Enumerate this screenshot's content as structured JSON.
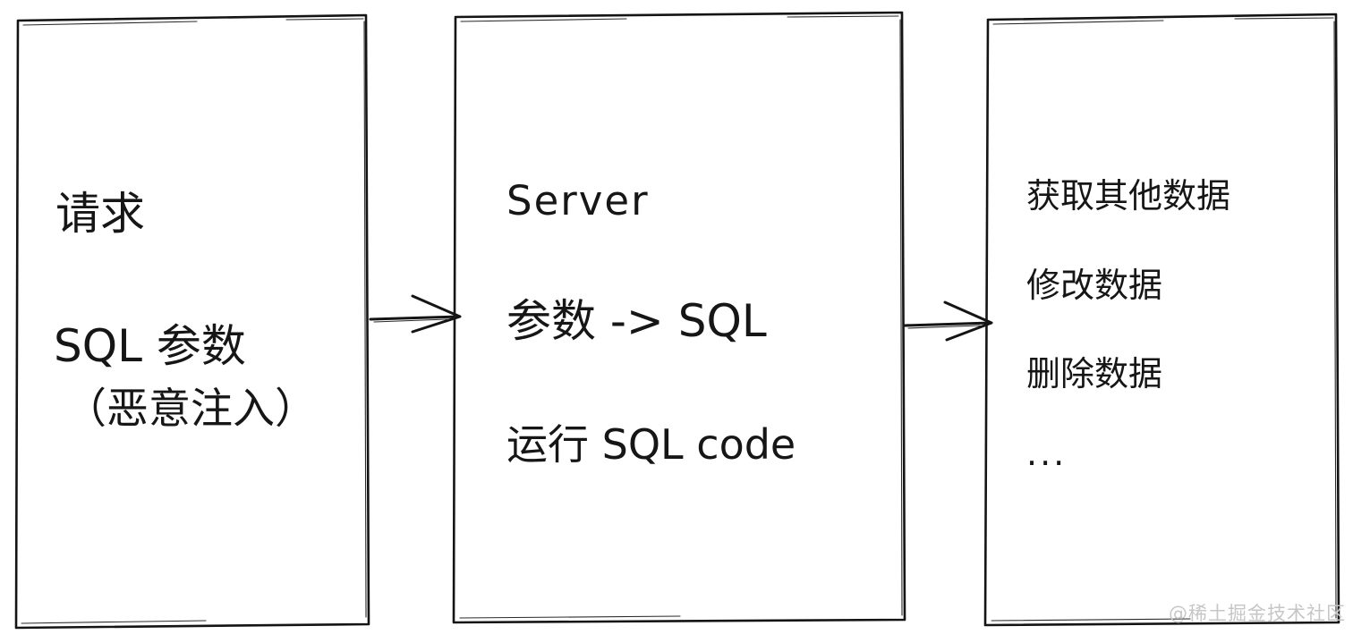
{
  "diagram": {
    "title_hint": "SQL injection flow (hand-drawn sketch)",
    "colors": {
      "background": "#ffffff",
      "ink": "#141414",
      "watermark": "#c6c6c6"
    },
    "boxes": [
      {
        "id": "request",
        "lines": [
          "请求",
          "SQL 参数",
          "（恶意注入）"
        ]
      },
      {
        "id": "server",
        "lines": [
          "Server",
          "参数 -> SQL",
          "运行 SQL code"
        ]
      },
      {
        "id": "consequences",
        "lines": [
          "获取其他数据",
          "修改数据",
          "删除数据",
          "..."
        ]
      }
    ],
    "arrows": [
      {
        "from": "request",
        "to": "server"
      },
      {
        "from": "server",
        "to": "consequences"
      }
    ],
    "watermark": "@稀土掘金技术社区"
  }
}
